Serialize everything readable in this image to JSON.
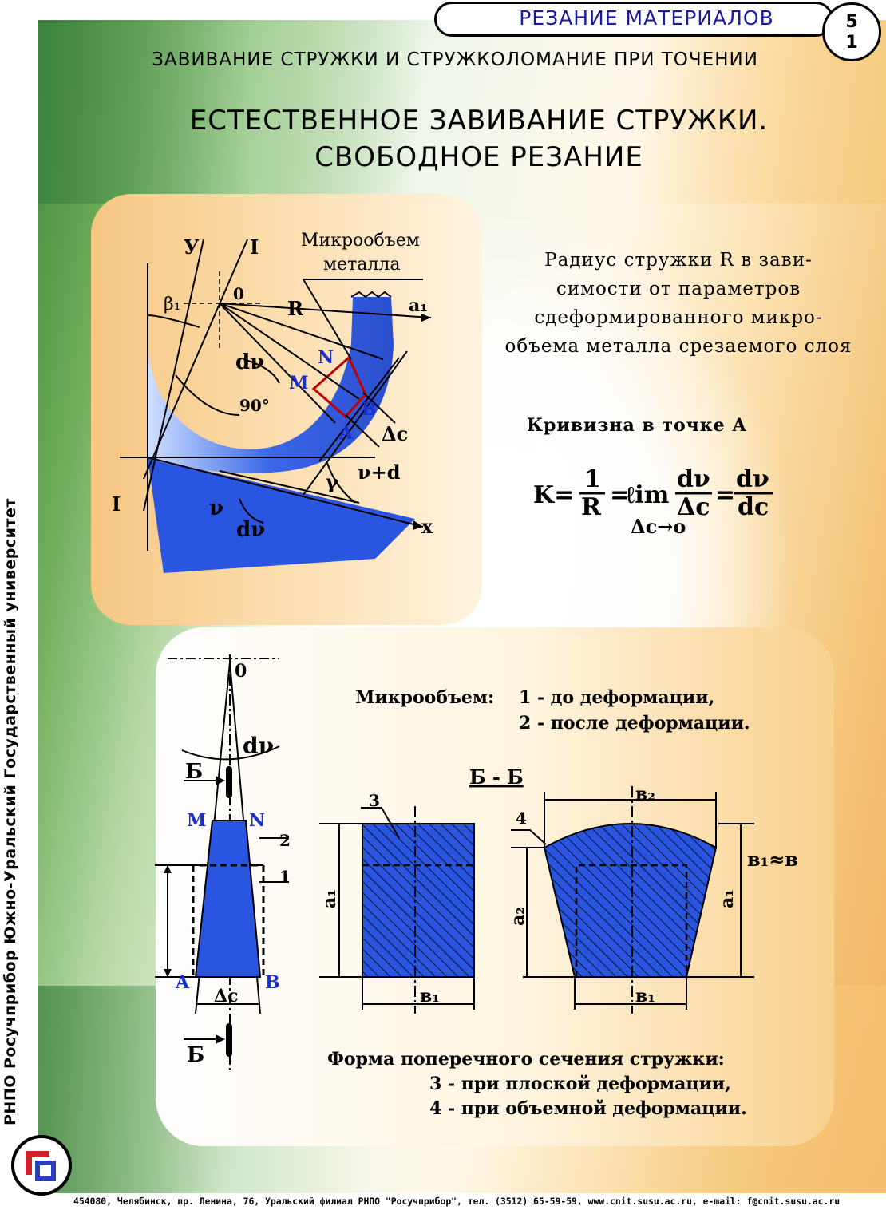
{
  "header": {
    "title": "РЕЗАНИЕ   МАТЕРИАЛОВ",
    "page_top": "5",
    "page_bottom": "1"
  },
  "subtitle": "ЗАВИВАНИЕ   СТРУЖКИ И СТРУЖКОЛОМАНИЕ   ПРИ   ТОЧЕНИИ",
  "title": {
    "line1": "ЕСТЕСТВЕННОЕ   ЗАВИВАНИЕ   СТРУЖКИ.",
    "line2": "СВОБОДНОЕ   РЕЗАНИЕ"
  },
  "radius_text": [
    "Радиус   стружки   R  в  зави-",
    "симости   от   параметров",
    "сдеформированного    микро-",
    "объема   металла   срезаемого слоя"
  ],
  "curvature_label": "Кривизна   в   точке   А",
  "formula": {
    "lhs": "K=",
    "one": "1",
    "R": "R",
    "eq1": "=",
    "lim": "ℓim",
    "dv_top": "dν",
    "dc_bottom": "Δc",
    "eq2": "=",
    "dv2": "dν",
    "dc2": "dc",
    "under": "Δc→o"
  },
  "diagram1": {
    "micro_label_1": "Микрообъем",
    "micro_label_2": "металла",
    "Y": "У",
    "I_top": "I",
    "I_bottom": "I",
    "O": "0",
    "beta": "β₁",
    "R": "R",
    "a1": "a₁",
    "dv_upper": "dν",
    "N": "N",
    "M": "M",
    "B": "B",
    "A": "A",
    "deg90": "90°",
    "dc": "Δc",
    "v_plus_d": "ν+d",
    "gamma": "γ",
    "nu": "ν",
    "dv_lower": "dν",
    "x": "x"
  },
  "micro_label": "Микрообъем:",
  "micro_items": [
    "1 - до   деформации,",
    "2 - после   деформации."
  ],
  "form_label": "Форма   поперечного   сечения   стружки:",
  "form_items": [
    "3 - при   плоской   деформации,",
    "4 - при   объемной   деформации."
  ],
  "diagram2": {
    "O": "0",
    "dv": "dν",
    "B_top": "Б",
    "M": "M",
    "N": "N",
    "n2": "2",
    "n1": "1",
    "A": "A",
    "B": "B",
    "dc": "Δc",
    "B_bottom": "Б"
  },
  "section": {
    "title": "Б - Б",
    "n3": "3",
    "n4": "4",
    "a1_left": "a₁",
    "b1_left": "в₁",
    "b2": "в₂",
    "b1_right": "в₁",
    "a2": "a₂",
    "a1_right": "a₁",
    "b_eq": "в₁≈в"
  },
  "sidebar_text": "РНПО Росучприбор     Южно-Уральский Государственный университет",
  "footer": "454080, Челябинск, пр. Ленина, 76, Уральский филиал РНПО \"Росучприбор\", тел. (3512) 65-59-59, www.cnit.susu.ac.ru,  e-mail: f@cnit.susu.ac.ru",
  "colors": {
    "blue_fill": "#2a55e0",
    "blue_label": "#1a2fd0",
    "red_outline": "#c00000"
  }
}
